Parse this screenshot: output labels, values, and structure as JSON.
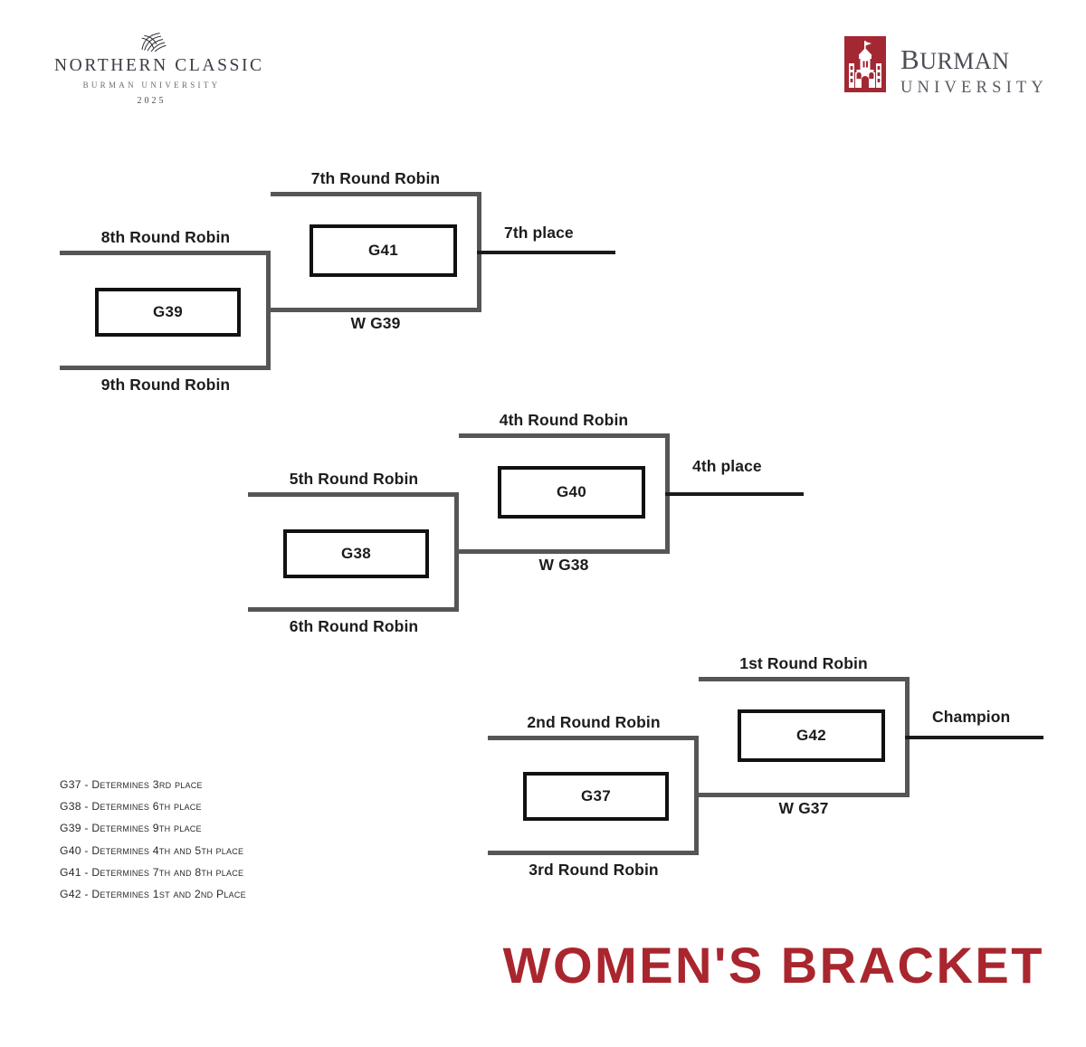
{
  "header": {
    "northern_classic": {
      "title": "NORTHERN CLASSIC",
      "subtitle": "BURMAN UNIVERSITY",
      "year": "2025",
      "mark": "volleyball-icon"
    },
    "burman": {
      "name": "Burman",
      "unit": "University",
      "crest": "tower-crest-icon",
      "crest_color": "#a32833"
    }
  },
  "bracket": {
    "groups": [
      {
        "id": "top",
        "seed_top_label": "8th Round Robin",
        "seed_bottom_label": "9th Round Robin",
        "first_game": "G39",
        "upper_label": "7th Round Robin",
        "lower_label": "W G39",
        "final_game": "G41",
        "outcome_label": "7th place"
      },
      {
        "id": "middle",
        "seed_top_label": "5th Round Robin",
        "seed_bottom_label": "6th Round Robin",
        "first_game": "G38",
        "upper_label": "4th Round Robin",
        "lower_label": "W G38",
        "final_game": "G40",
        "outcome_label": "4th place"
      },
      {
        "id": "bottom",
        "seed_top_label": "2nd Round Robin",
        "seed_bottom_label": "3rd Round Robin",
        "first_game": "G37",
        "upper_label": "1st Round Robin",
        "lower_label": "W G37",
        "final_game": "G42",
        "outcome_label": "Champion"
      }
    ]
  },
  "legend": {
    "rows": [
      "G37 - Determines 3rd place",
      "G38 - Determines 6th place",
      "G39 - Determines 9th place",
      "G40 - Determines 4th and 5th place",
      "G41 - Determines 7th and 8th place",
      "G42 - Determines 1st and 2nd Place"
    ]
  },
  "footer": {
    "title": "WOMEN'S BRACKET",
    "title_color": "#a9262e"
  },
  "colors": {
    "line_gray": "#565656",
    "line_black": "#1a1a1a",
    "brand_red": "#a32833",
    "text_dark": "#1d1d1d"
  }
}
